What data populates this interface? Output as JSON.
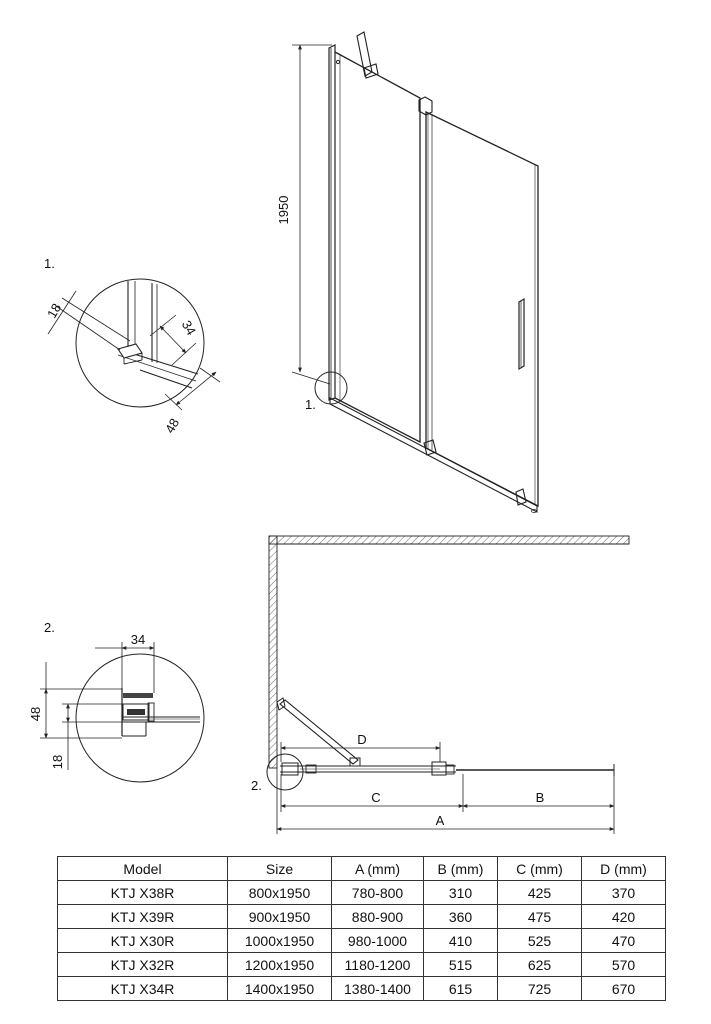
{
  "callouts": {
    "detail1_number": "1.",
    "detail2_number": "2.",
    "marker1": "1.",
    "marker2": "2."
  },
  "dimensions": {
    "height": "1950",
    "d1_profile_width": "18",
    "d1_profile_depth": "34",
    "d1_total": "48",
    "d2_profile_width": "34",
    "d2_total": "48",
    "d2_depth": "18",
    "label_a": "A",
    "label_b": "B",
    "label_c": "C",
    "label_d": "D"
  },
  "table": {
    "headers": [
      "Model",
      "Size",
      "A (mm)",
      "B (mm)",
      "C (mm)",
      "D (mm)"
    ],
    "rows": [
      [
        "KTJ X38R",
        "800x1950",
        "780-800",
        "310",
        "425",
        "370"
      ],
      [
        "KTJ X39R",
        "900x1950",
        "880-900",
        "360",
        "475",
        "420"
      ],
      [
        "KTJ X30R",
        "1000x1950",
        "980-1000",
        "410",
        "525",
        "470"
      ],
      [
        "KTJ X32R",
        "1200x1950",
        "1180-1200",
        "515",
        "625",
        "570"
      ],
      [
        "KTJ X34R",
        "1400x1950",
        "1380-1400",
        "615",
        "725",
        "670"
      ]
    ]
  }
}
